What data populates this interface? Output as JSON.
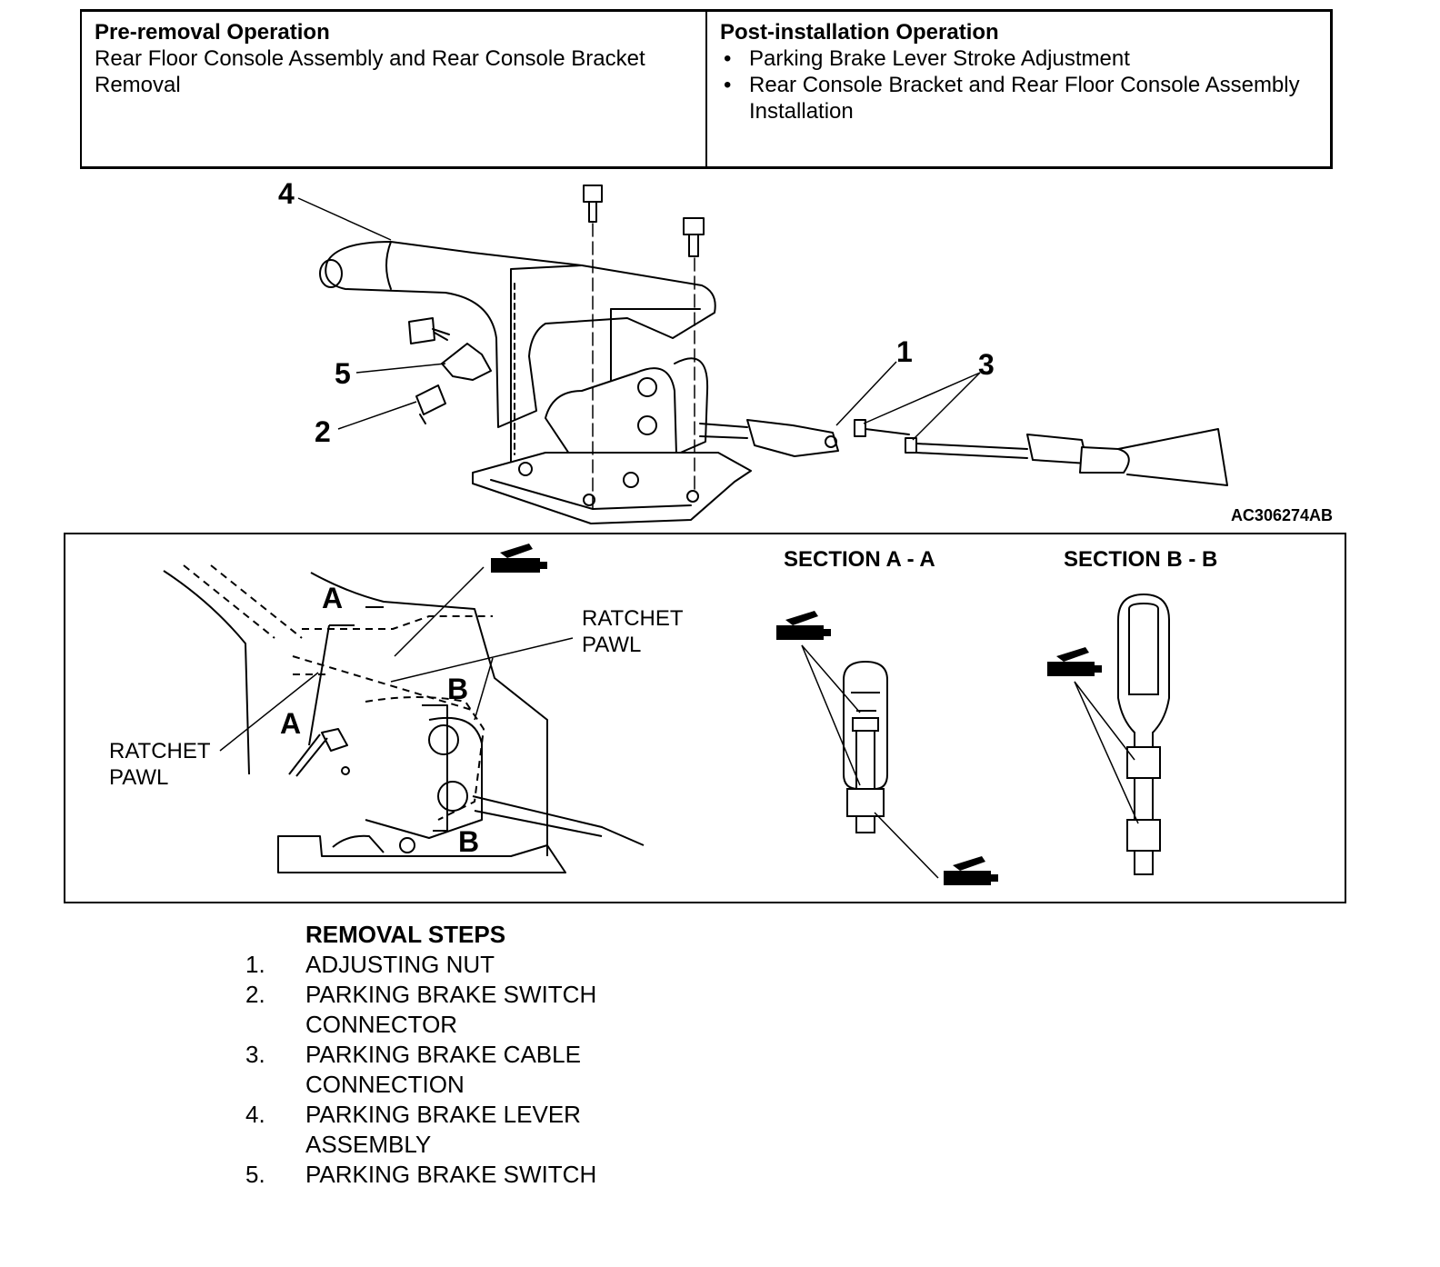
{
  "operations": {
    "pre": {
      "title": "Pre-removal Operation",
      "text": "Rear Floor Console Assembly and Rear Console Bracket Removal"
    },
    "post": {
      "title": "Post-installation Operation",
      "items": [
        "Parking Brake Lever Stroke Adjustment",
        "Rear Console Bracket and Rear Floor Console Assembly Installation"
      ]
    }
  },
  "figure": {
    "code": "AC306274AB",
    "callouts": [
      "4",
      "5",
      "2",
      "1",
      "3"
    ]
  },
  "detail": {
    "section_a": "SECTION A - A",
    "section_b": "SECTION B - B",
    "ratchet_pawl_right": [
      "RATCHET",
      "PAWL"
    ],
    "ratchet_pawl_left": [
      "RATCHET",
      "PAWL"
    ],
    "section_letters": {
      "a1": "A",
      "a2": "A",
      "b1": "B",
      "b2": "B"
    }
  },
  "steps": {
    "title": "REMOVAL STEPS",
    "items": [
      {
        "num": "1.",
        "lines": [
          "ADJUSTING NUT"
        ]
      },
      {
        "num": "2.",
        "lines": [
          "PARKING BRAKE SWITCH",
          "CONNECTOR"
        ]
      },
      {
        "num": "3.",
        "lines": [
          "PARKING BRAKE CABLE",
          "CONNECTION"
        ]
      },
      {
        "num": "4.",
        "lines": [
          "PARKING BRAKE LEVER",
          "ASSEMBLY"
        ]
      },
      {
        "num": "5.",
        "lines": [
          "PARKING BRAKE SWITCH"
        ]
      }
    ]
  }
}
